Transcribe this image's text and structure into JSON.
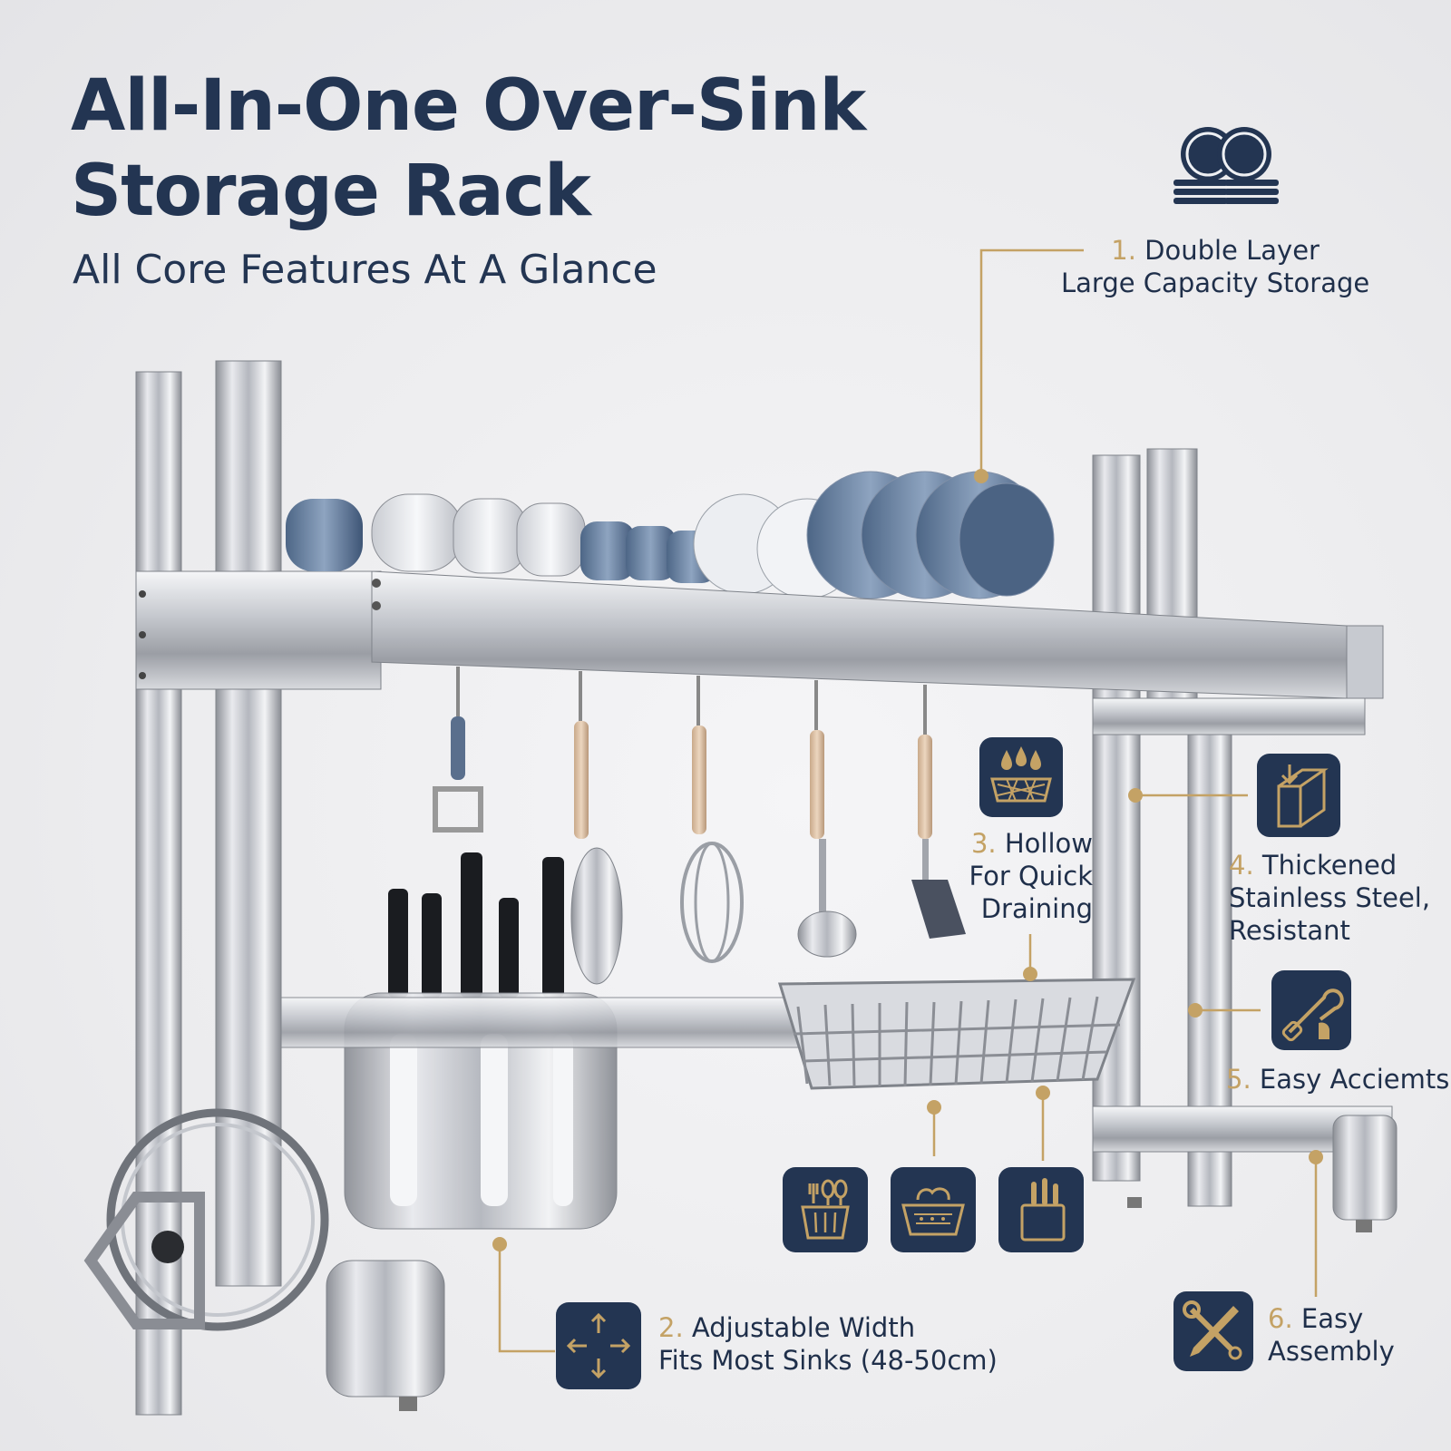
{
  "title_line1": "All-In-One Over-Sink",
  "title_line2": "Storage Rack",
  "subtitle": "All Core Features At A Glance",
  "features": [
    {
      "num": "1.",
      "lines": [
        "Double Layer",
        "Large Capacity Storage"
      ]
    },
    {
      "num": "2.",
      "lines": [
        "Adjustable Width",
        "Fits Most Sinks (48-50cm)"
      ]
    },
    {
      "num": "3.",
      "lines": [
        "Hollow",
        "For Quick",
        "Draining"
      ]
    },
    {
      "num": "4.",
      "lines": [
        "Thickened",
        "Stainless Steel,",
        "Resistant"
      ]
    },
    {
      "num": "5.",
      "lines": [
        "Easy Acciemts"
      ]
    },
    {
      "num": "6.",
      "lines": [
        "Easy",
        "Assembly"
      ]
    }
  ],
  "colors": {
    "navy": "#233552",
    "gold": "#c4a265",
    "background": "#efeff1"
  },
  "icons": [
    "stacked-dishes-icon",
    "drain-mesh-icon",
    "steel-bar-icon",
    "tool-grip-icon",
    "cross-arrows-icon",
    "wrench-screwdriver-icon",
    "utensil-holder-icon",
    "basket-icon",
    "knife-block-icon"
  ]
}
